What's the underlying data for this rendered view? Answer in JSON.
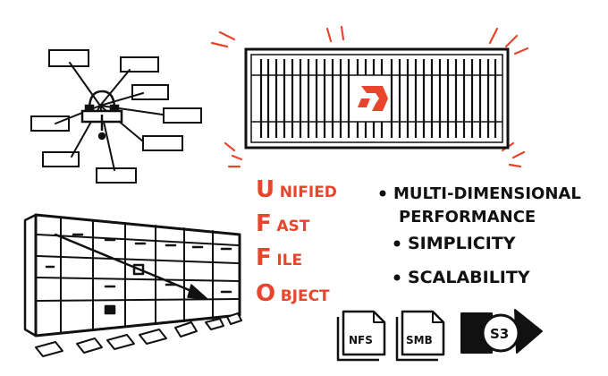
{
  "colors": {
    "ink": "#111111",
    "accent": "#e8452c",
    "background": "#ffffff"
  },
  "acronym": {
    "lines": [
      {
        "initial": "U",
        "rest": "NIFIED"
      },
      {
        "initial": "F",
        "rest": "AST"
      },
      {
        "initial": "F",
        "rest": "ILE"
      },
      {
        "initial": "O",
        "rest": "BJECT"
      }
    ]
  },
  "bullets": {
    "items": [
      {
        "line1": "MULTI-DIMENSIONAL",
        "line2": "PERFORMANCE"
      },
      {
        "line1": "SIMPLICITY",
        "line2": ""
      },
      {
        "line1": "SCALABILITY",
        "line2": ""
      }
    ]
  },
  "protocols": {
    "nfs": "NFS",
    "smb": "SMB",
    "s3": "S3"
  },
  "icons": {
    "hub": "headset-hub-icon",
    "array": "flash-array-icon",
    "legacy": "legacy-storage-icon",
    "logo": "brand-logo-icon"
  }
}
